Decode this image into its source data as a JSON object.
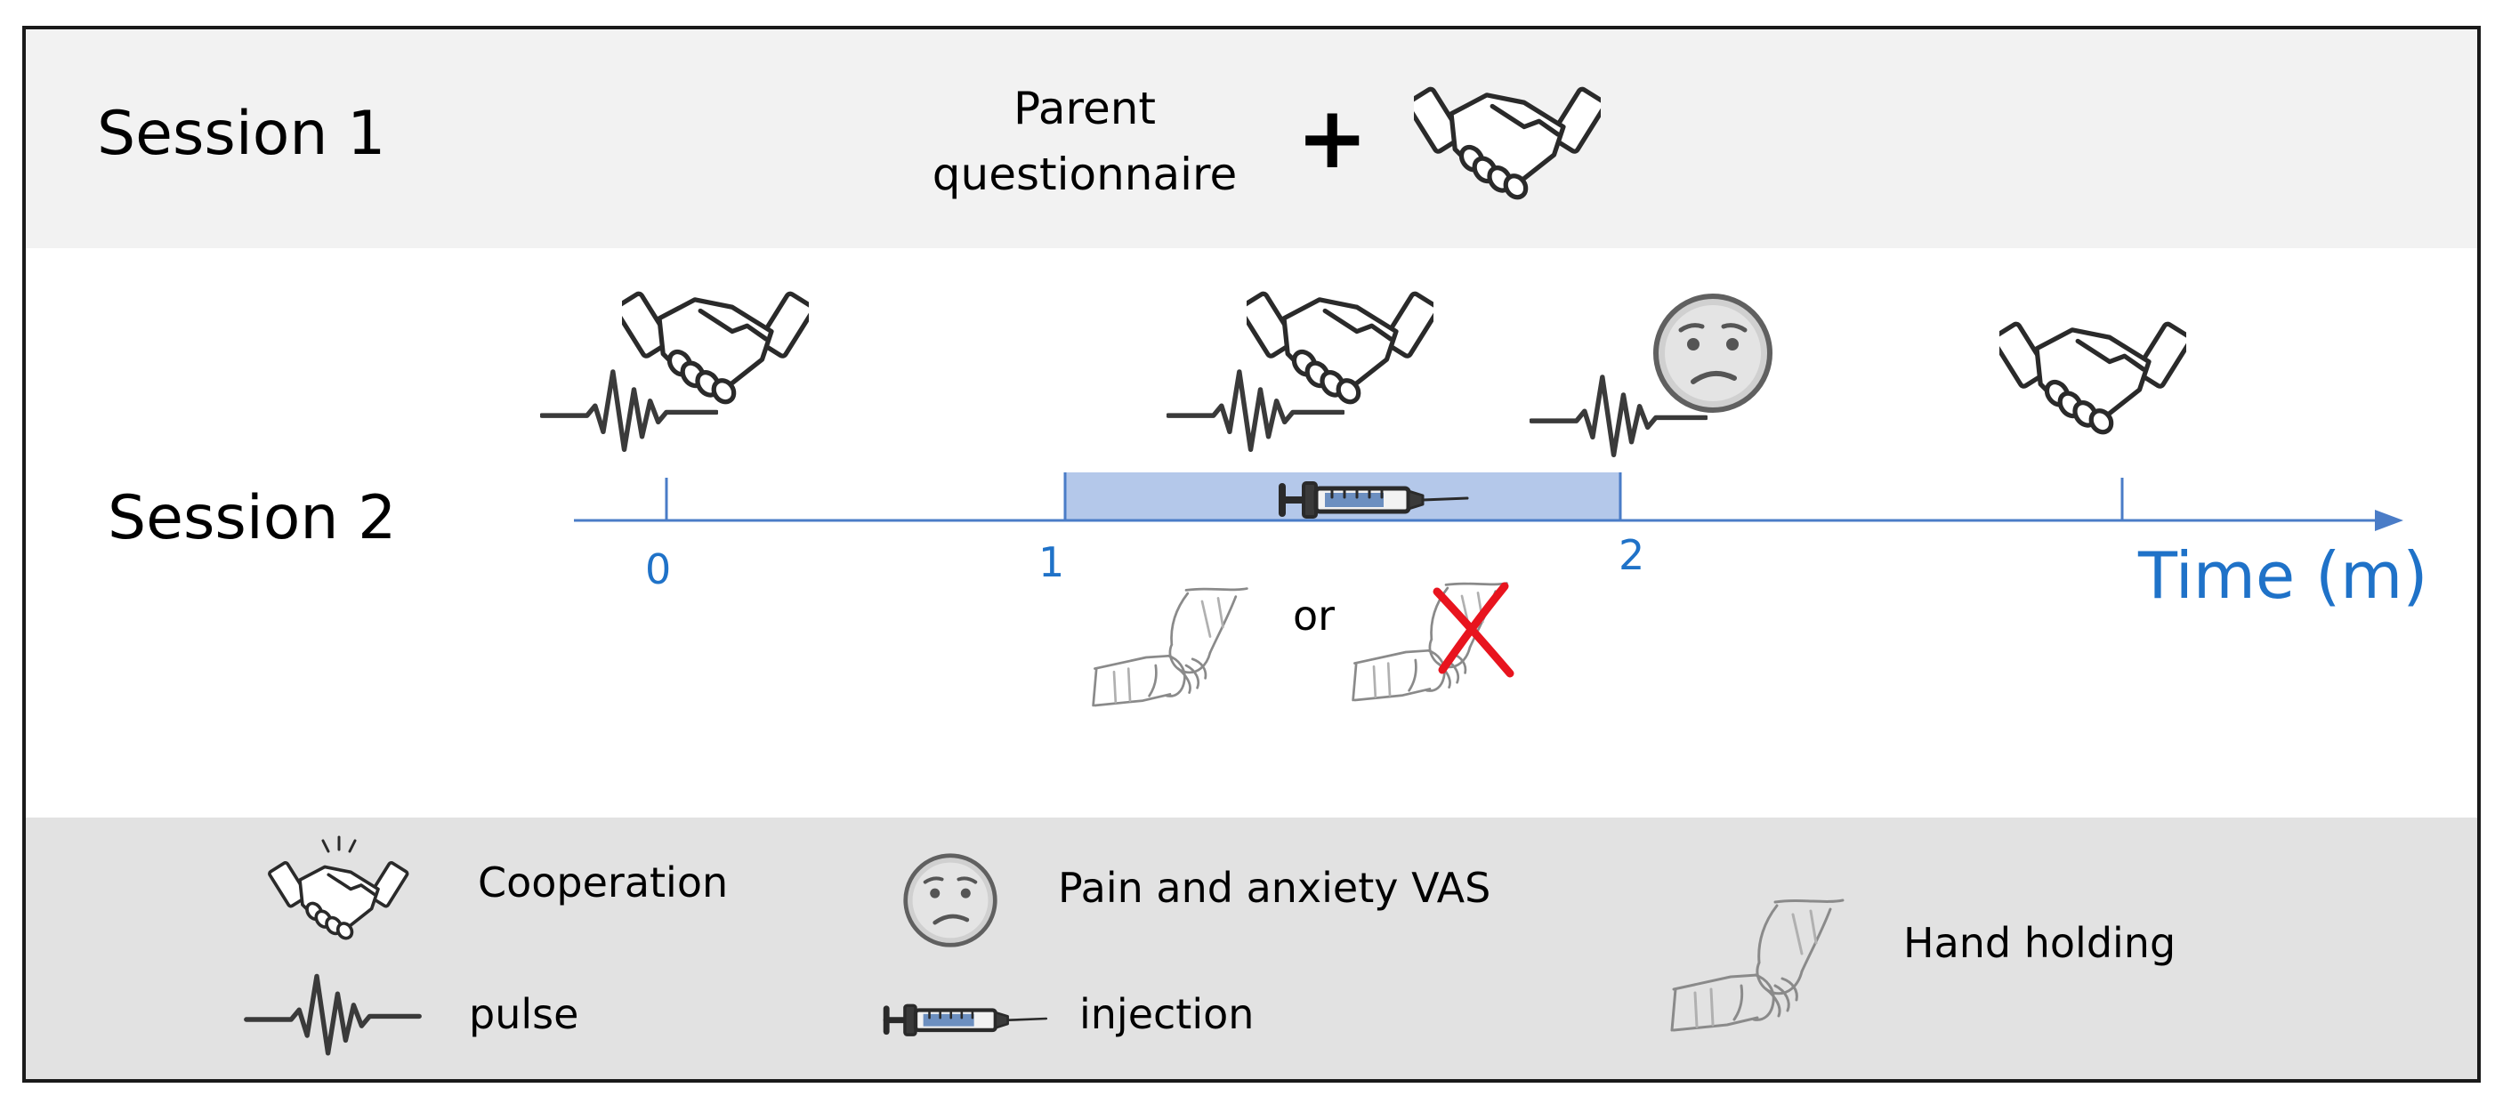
{
  "session1": {
    "label": "Session 1",
    "questionnaire": "Parent\nquestionnaire",
    "plus": "+"
  },
  "session2": {
    "label": "Session 2",
    "ticks": [
      "0",
      "1",
      "2"
    ],
    "time_label": "Time (m)",
    "or_label": "or"
  },
  "legend": {
    "cooperation": "Cooperation",
    "pulse": "pulse",
    "vas": "Pain and anxiety VAS",
    "injection": "injection",
    "hand_holding": "Hand holding"
  },
  "icons": {
    "cooperation": "handshake-icon",
    "pulse": "pulse-icon",
    "vas": "sad-face-icon",
    "injection": "syringe-icon",
    "hand_holding": "hand-holding-icon",
    "no_hand_holding": "cross-icon"
  },
  "colors": {
    "axis": "#4a7cc7",
    "ticks": "#1f72c8",
    "injection_interval": "#b4c8ea",
    "cross": "#e8141e",
    "session1_band": "#f2f2f2",
    "legend_band": "#e2e2e2"
  }
}
